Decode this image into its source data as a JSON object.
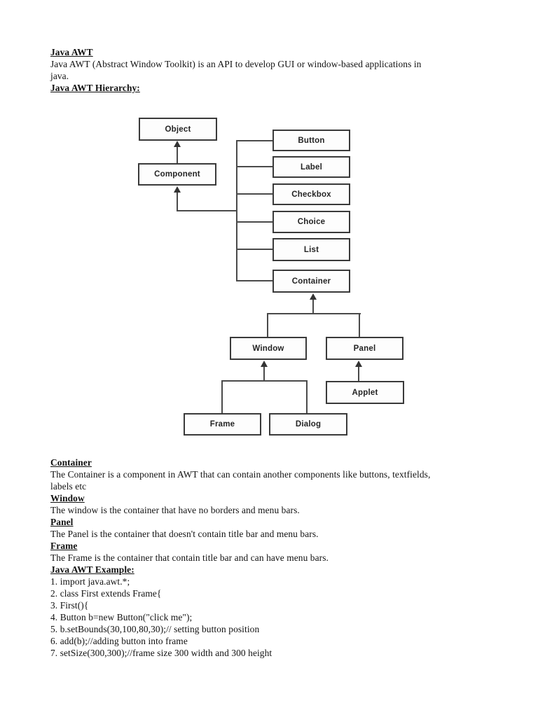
{
  "colors": {
    "page_bg": "#ffffff",
    "text": "#111111",
    "box_border": "#3a3a3a",
    "box_bg": "#fdfdfd",
    "connector": "#4a4a4a"
  },
  "intro": {
    "heading": "Java AWT",
    "line1": "Java AWT (Abstract Window Toolkit) is an API to develop GUI or window-based applications in",
    "line2": "java.",
    "hierarchy_heading": "Java AWT Hierarchy:"
  },
  "diagram": {
    "nodes": {
      "object": "Object",
      "component": "Component",
      "button": "Button",
      "label": "Label",
      "checkbox": "Checkbox",
      "choice": "Choice",
      "list": "List",
      "container": "Container",
      "window": "Window",
      "panel": "Panel",
      "applet": "Applet",
      "frame": "Frame",
      "dialog": "Dialog"
    }
  },
  "sections": {
    "container": {
      "heading": "Container",
      "line1": "The Container is a component in AWT that can contain another components like buttons, textfields,",
      "line2": "labels etc"
    },
    "window": {
      "heading": "Window",
      "line1": "The window is the container that have no borders and menu bars."
    },
    "panel": {
      "heading": "Panel",
      "line1": "The Panel is the container that doesn't contain title bar and menu bars."
    },
    "frame": {
      "heading": "Frame",
      "line1": "The Frame is the container that contain title bar and can have menu bars."
    },
    "example": {
      "heading": "Java AWT Example:",
      "code_lines": [
        "1. import java.awt.*;",
        "2. class First extends Frame{",
        "3. First(){",
        "4. Button b=new Button(\"click me\");",
        "5. b.setBounds(30,100,80,30);// setting button position",
        "6. add(b);//adding button into frame",
        "7. setSize(300,300);//frame size 300 width and 300 height"
      ]
    }
  }
}
